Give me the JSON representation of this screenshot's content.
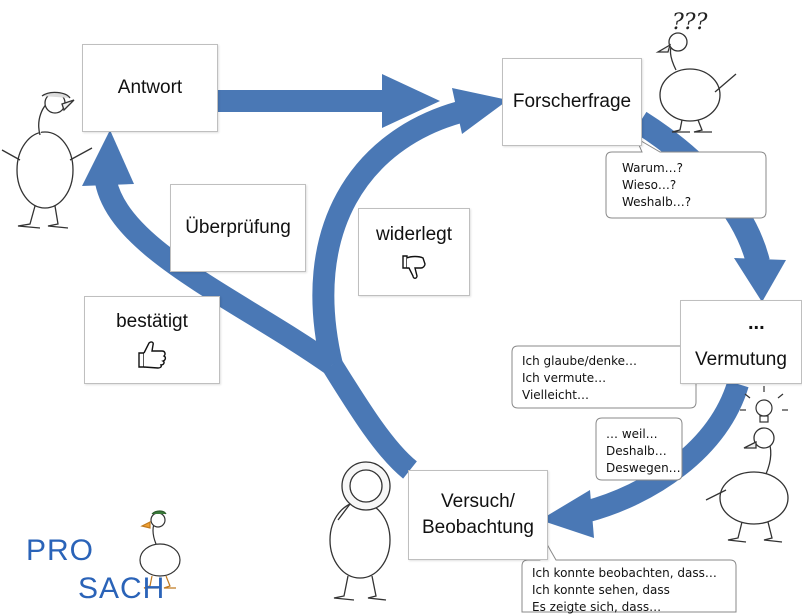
{
  "nodes": {
    "antwort": "Antwort",
    "forscherfrage": "Forscherfrage",
    "vermutung": "Vermutung",
    "vermutung_cloud": "...",
    "versuch_line1": "Versuch/",
    "versuch_line2": "Beobachtung",
    "ueberpruefung": "Überprüfung",
    "widerlegt": "widerlegt",
    "bestaetigt": "bestätigt"
  },
  "bubbles": {
    "forscherfrage": "Warum…?\nWieso…?\nWeshalb…?",
    "vermutung": "Ich glaube/denke…\nIch vermute…\nVielleicht…",
    "begruendung": "… weil…\nDeshalb…\nDeswegen…",
    "beobachtung": "Ich konnte beobachten, dass…\nIch konnte sehen, dass\nEs zeigte sich, dass…"
  },
  "decor": {
    "question_marks": "???",
    "logo_pro": "PRO",
    "logo_sach": "SACH"
  },
  "colors": {
    "arrow": "#4a78b5",
    "box_border": "#bfbfbf",
    "logo": "#2a63b8"
  }
}
